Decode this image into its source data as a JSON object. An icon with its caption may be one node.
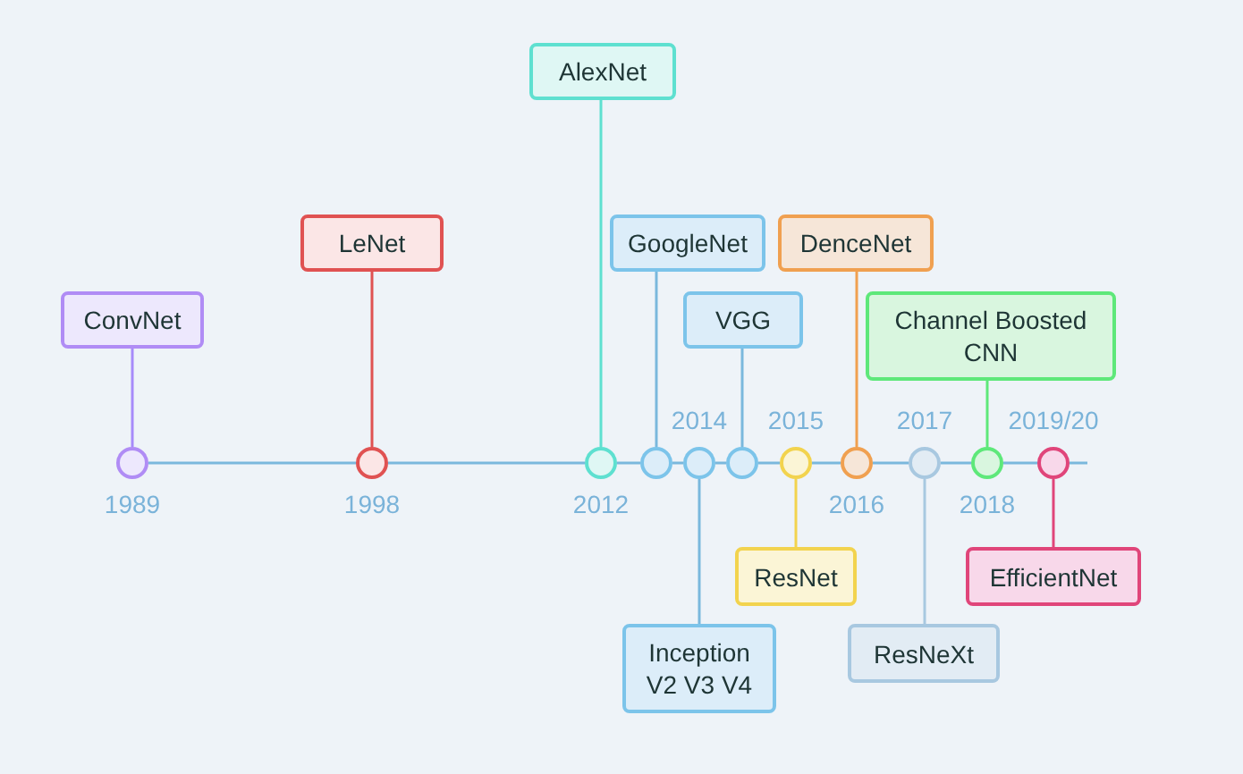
{
  "diagram": {
    "nodes": [
      {
        "text": [
          "AlexNet"
        ]
      },
      {
        "text": [
          "LeNet"
        ]
      },
      {
        "text": [
          "ConvNet"
        ]
      },
      {
        "text": [
          "GoogleNet"
        ]
      },
      {
        "text": [
          "DenceNet"
        ]
      },
      {
        "text": [
          "VGG"
        ]
      },
      {
        "text": [
          "Channel Boosted CNN"
        ]
      },
      {
        "text": [
          "ResNet"
        ]
      },
      {
        "text": [
          "EfficientNet"
        ]
      },
      {
        "text": [
          "Inception V2 V3 V4"
        ]
      },
      {
        "text": [
          "ResNeXt"
        ]
      },
      {
        "text": [],
        "shape": "circle",
        "beside": [
          "1989"
        ]
      },
      {
        "text": [],
        "shape": "circle",
        "beside": [
          "1998"
        ]
      },
      {
        "text": [],
        "shape": "circle",
        "beside": [
          "2012"
        ]
      },
      {
        "text": [],
        "shape": "circle"
      },
      {
        "text": [],
        "shape": "circle",
        "beside": [
          "2014"
        ]
      },
      {
        "text": [],
        "shape": "circle"
      },
      {
        "text": [],
        "shape": "circle",
        "beside": [
          "2015"
        ]
      },
      {
        "text": [],
        "shape": "circle",
        "beside": [
          "2016"
        ]
      },
      {
        "text": [],
        "shape": "circle",
        "beside": [
          "2017"
        ]
      },
      {
        "text": [],
        "shape": "circle",
        "beside": [
          "2018"
        ]
      },
      {
        "text": [],
        "shape": "circle",
        "beside": [
          "2019/20"
        ]
      }
    ],
    "edges": [
      {
        "from": 0,
        "to": 13,
        "arrow": "none",
        "color": "#5ee0d0"
      },
      {
        "from": 1,
        "to": 12,
        "arrow": "none",
        "color": "#e05252"
      },
      {
        "from": 2,
        "to": 11,
        "arrow": "none",
        "color": "#a78bfa"
      },
      {
        "from": 3,
        "to": 14,
        "arrow": "none"
      },
      {
        "from": 4,
        "to": 18,
        "arrow": "none",
        "color": "#f0a050"
      },
      {
        "from": 5,
        "to": 16,
        "arrow": "none"
      },
      {
        "from": 6,
        "to": 20,
        "arrow": "none",
        "color": "#5ee87a"
      },
      {
        "from": 7,
        "to": 17,
        "arrow": "none",
        "color": "#f2d34e"
      },
      {
        "from": 8,
        "to": 21,
        "arrow": "none",
        "color": "#e0457a"
      },
      {
        "from": 9,
        "to": 15,
        "arrow": "none"
      },
      {
        "from": 10,
        "to": 19,
        "arrow": "none",
        "color": "#a8c8e0"
      },
      {
        "from": 11,
        "to": 12,
        "arrow": "none"
      },
      {
        "from": 12,
        "to": 13,
        "arrow": "none"
      },
      {
        "from": 13,
        "to": 14,
        "arrow": "none"
      },
      {
        "from": 14,
        "to": 15,
        "arrow": "none"
      },
      {
        "from": 15,
        "to": 16,
        "arrow": "none"
      },
      {
        "from": 16,
        "to": 17,
        "arrow": "none"
      },
      {
        "from": 17,
        "to": 18,
        "arrow": "none"
      },
      {
        "from": 18,
        "to": 19,
        "arrow": "none"
      },
      {
        "from": 19,
        "to": 20,
        "arrow": "none"
      },
      {
        "from": 20,
        "to": 21,
        "arrow": "none"
      }
    ]
  }
}
